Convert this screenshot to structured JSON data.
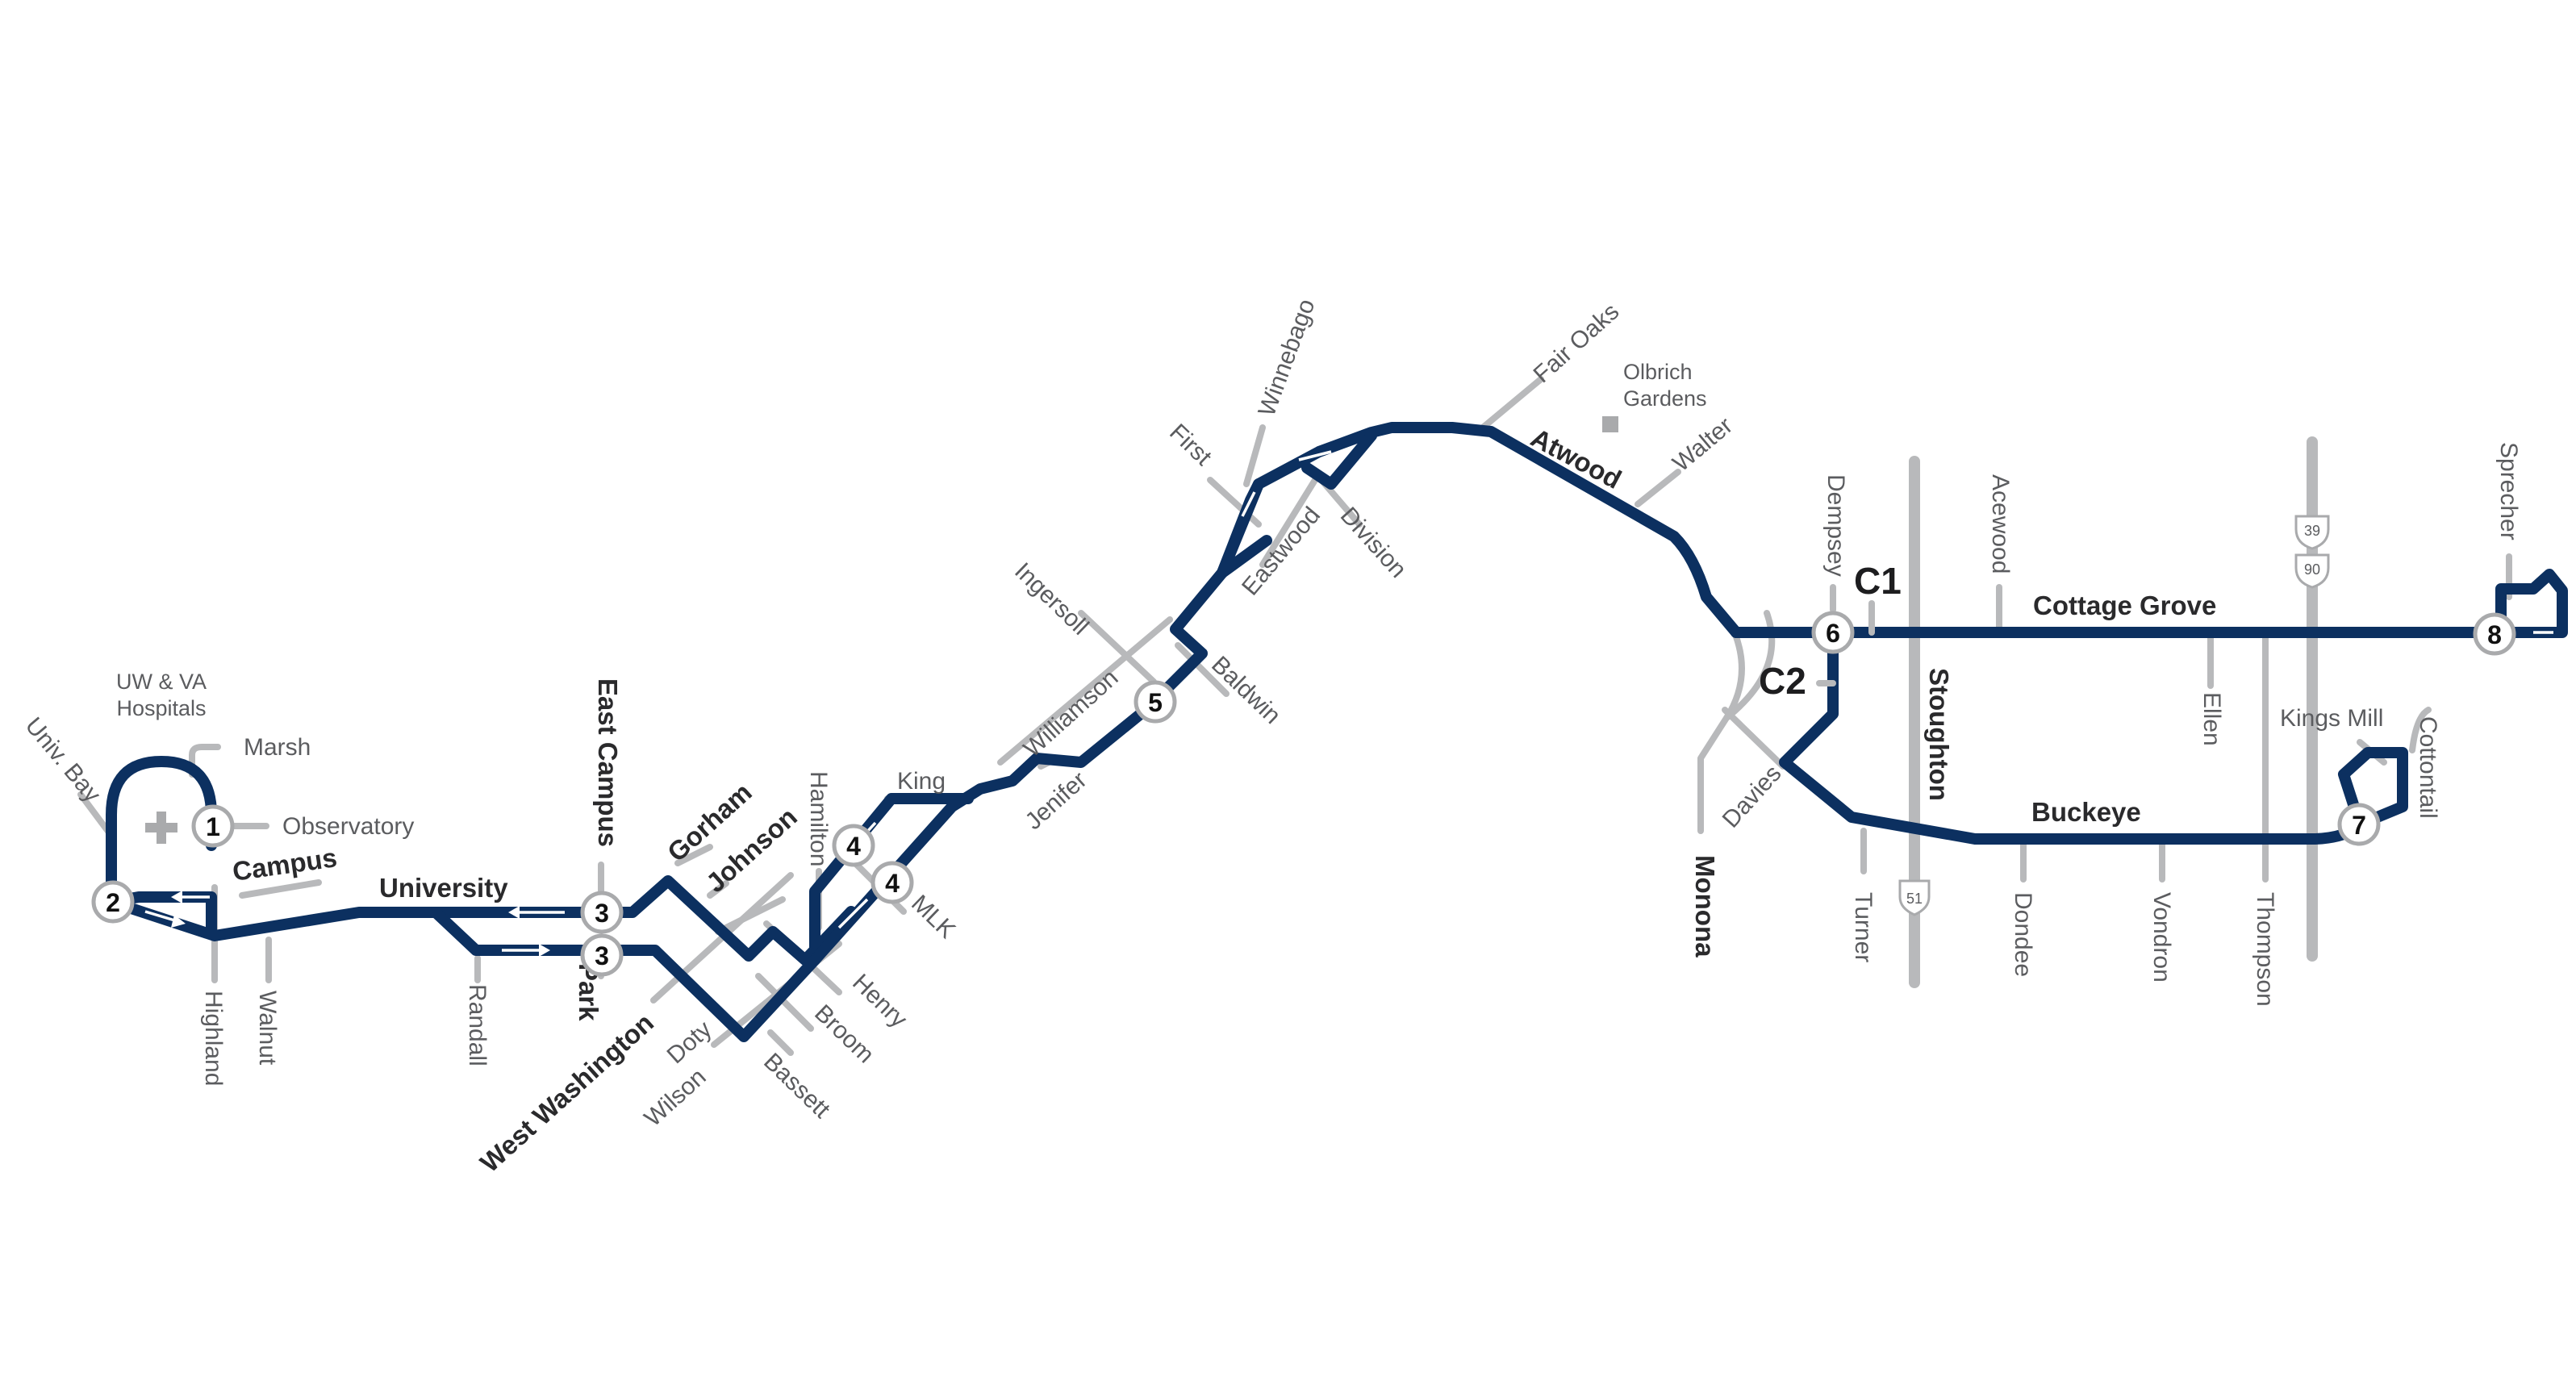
{
  "colors": {
    "route": "#0c3060",
    "street": "#b8b9bb",
    "label": "#5b5c5f",
    "major_label": "#2a2a2c",
    "stop_ring": "#a9aaac"
  },
  "branches": {
    "c1": "C1",
    "c2": "C2"
  },
  "landmarks": {
    "hospitals": [
      "UW & VA",
      "Hospitals"
    ],
    "olbrich": [
      "Olbrich",
      "Gardens"
    ],
    "hospital_icon": "cross-icon",
    "olbrich_icon": "square-icon"
  },
  "major_streets": {
    "campus": "Campus",
    "university": "University",
    "east_campus": "East Campus",
    "gorham": "Gorham",
    "johnson": "Johnson",
    "park": "Park",
    "west_washington": "West Washington",
    "atwood": "Atwood",
    "cottage_grove": "Cottage Grove",
    "stoughton": "Stoughton",
    "monona": "Monona",
    "buckeye": "Buckeye"
  },
  "streets": {
    "univ_bay": "Univ. Bay",
    "marsh": "Marsh",
    "observatory": "Observatory",
    "highland": "Highland",
    "walnut": "Walnut",
    "randall": "Randall",
    "doty": "Doty",
    "wilson": "Wilson",
    "bassett": "Bassett",
    "broom": "Broom",
    "henry": "Henry",
    "hamilton": "Hamilton",
    "king": "King",
    "mlk": "MLK",
    "jenifer": "Jenifer",
    "williamson": "Williamson",
    "ingersoll": "Ingersoll",
    "baldwin": "Baldwin",
    "first": "First",
    "winnebago": "Winnebago",
    "eastwood": "Eastwood",
    "division": "Division",
    "fair_oaks": "Fair Oaks",
    "walter": "Walter",
    "dempsey": "Dempsey",
    "acewood": "Acewood",
    "ellen": "Ellen",
    "sprecher": "Sprecher",
    "kings_mill": "Kings Mill",
    "cottontail": "Cottontail",
    "davies": "Davies",
    "turner": "Turner",
    "dondee": "Dondee",
    "vondron": "Vondron",
    "thompson": "Thompson"
  },
  "highway_shields": [
    {
      "number": "39",
      "type": "interstate"
    },
    {
      "number": "90",
      "type": "interstate"
    },
    {
      "number": "51",
      "type": "us"
    }
  ],
  "stops": {
    "s1": "1",
    "s2": "2",
    "s3a": "3",
    "s3b": "3",
    "s4a": "4",
    "s4b": "4",
    "s5": "5",
    "s6": "6",
    "s7": "7",
    "s8": "8"
  }
}
